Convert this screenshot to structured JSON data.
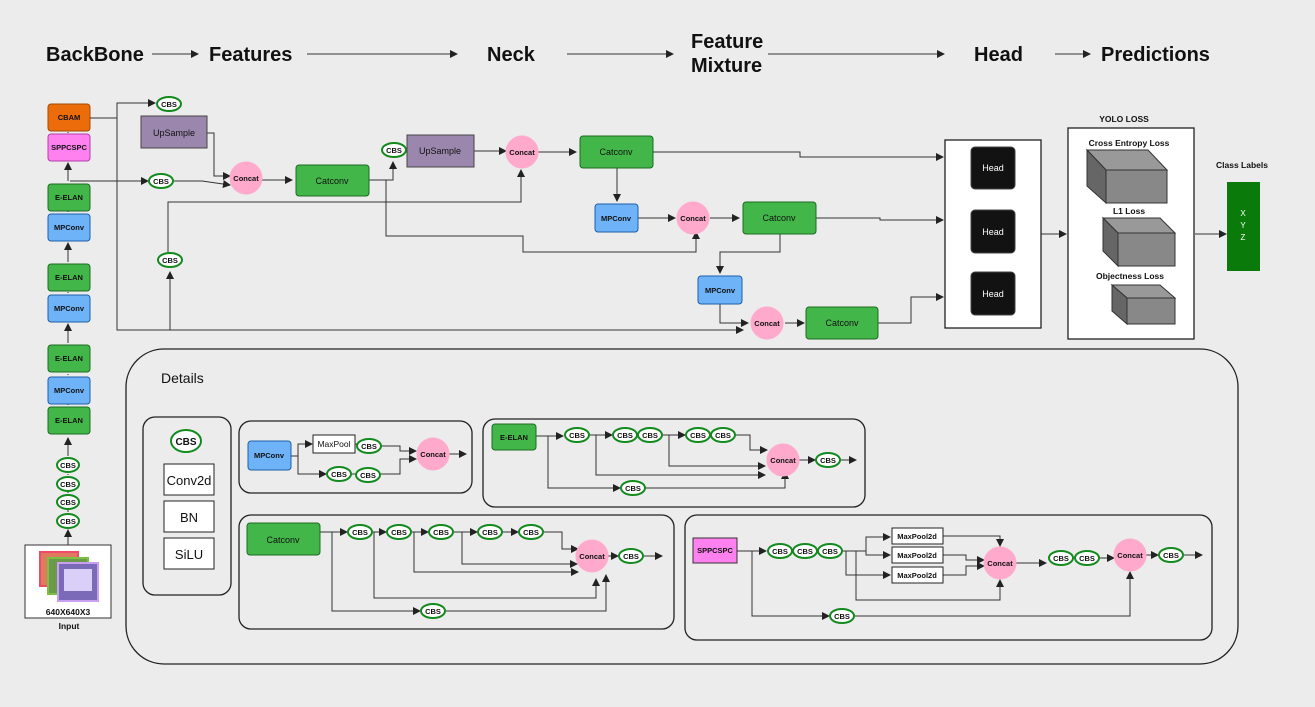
{
  "stages": {
    "backbone": "BackBone",
    "features": "Features",
    "neck": "Neck",
    "mixture_1": "Feature",
    "mixture_2": "Mixture",
    "head": "Head",
    "predictions": "Predictions"
  },
  "blocks": {
    "cbs": "CBS",
    "cbam": "CBAM",
    "sppcspc": "SPPCSPC",
    "eelan": "E-ELAN",
    "mpconv": "MPConv",
    "upsample": "UpSample",
    "concat": "Concat",
    "catconv": "Catconv",
    "head": "Head",
    "maxpool": "MaxPool",
    "maxpool2d": "MaxPool2d"
  },
  "input": {
    "size": "640X640X3",
    "label": "Input"
  },
  "loss": {
    "title": "YOLO LOSS",
    "ce": "Cross Entropy Loss",
    "l1": "L1 Loss",
    "obj": "Objectness Loss"
  },
  "classes": {
    "title": "Class Labels",
    "x": "X",
    "y": "Y",
    "z": "Z"
  },
  "details": {
    "title": "Details",
    "cbs_parts": [
      "Conv2d",
      "BN",
      "SiLU"
    ]
  },
  "colors": {
    "background": "#ececec",
    "green": "#43b649",
    "blue": "#6eb3f7",
    "purple": "#9b87ad",
    "pink": "#ffaacc",
    "orange": "#ec6c0c",
    "magenta": "#ff80ef",
    "dark_green": "#0a7a0a"
  }
}
